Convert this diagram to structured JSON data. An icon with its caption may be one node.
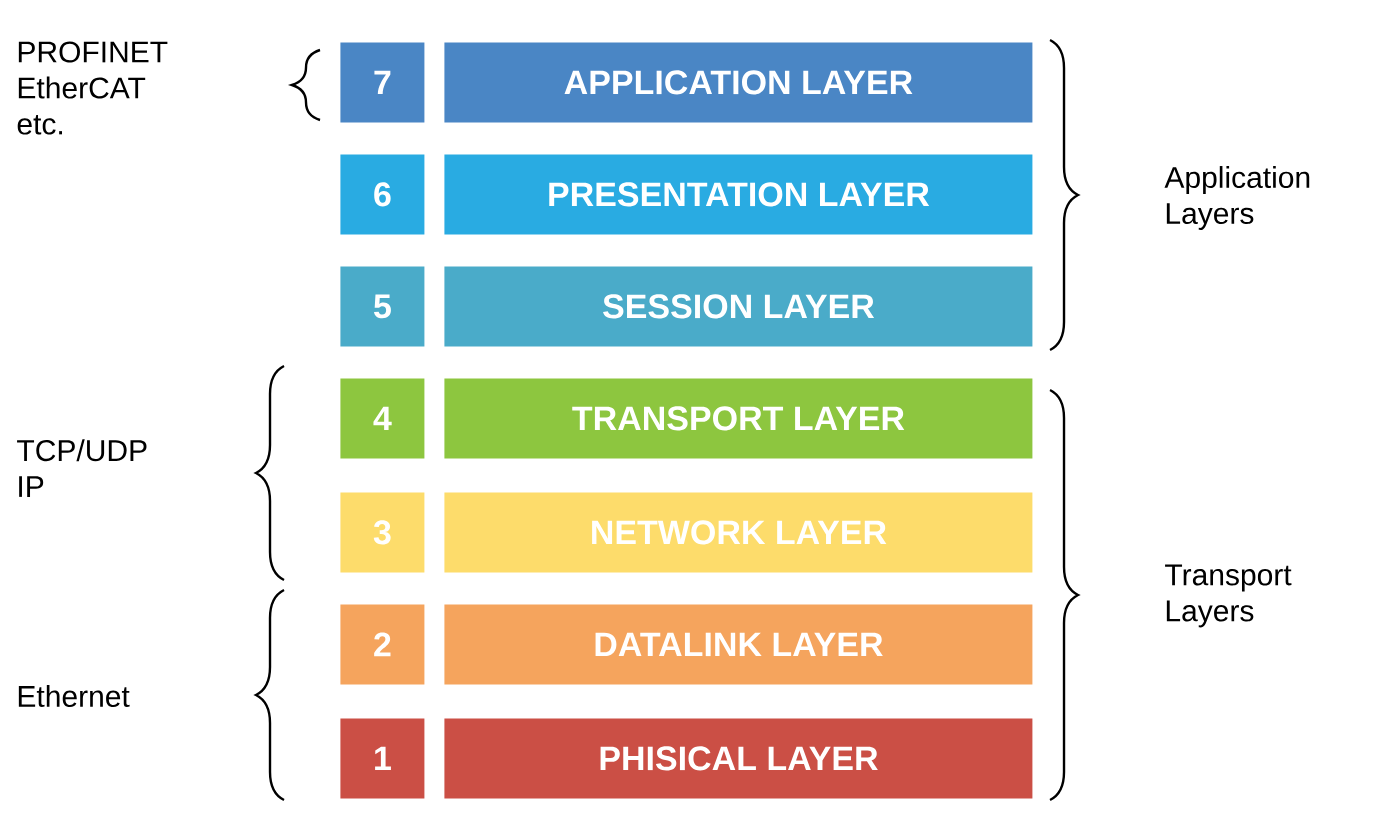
{
  "diagram": {
    "nodes": [
      {
        "text": [
          "7"
        ]
      },
      {
        "text": [
          "APPLICATION LAYER"
        ]
      },
      {
        "text": [
          "6"
        ]
      },
      {
        "text": [
          "PRESENTATION LAYER"
        ]
      },
      {
        "text": [
          "5"
        ]
      },
      {
        "text": [
          "SESSION LAYER"
        ]
      },
      {
        "text": [
          "4"
        ]
      },
      {
        "text": [
          "TRANSPORT LAYER"
        ]
      },
      {
        "text": [
          "3"
        ]
      },
      {
        "text": [
          "NETWORK LAYER"
        ]
      },
      {
        "text": [
          "2"
        ]
      },
      {
        "text": [
          "DATALINK LAYER"
        ]
      },
      {
        "text": [
          "1"
        ]
      },
      {
        "text": [
          "PHISICAL LAYER"
        ]
      }
    ],
    "labels": [
      "PROFINET EtherCAT etc.",
      "Application Layers",
      "TCP/UDP IP",
      "Transport Layers",
      "Ethernet"
    ]
  }
}
